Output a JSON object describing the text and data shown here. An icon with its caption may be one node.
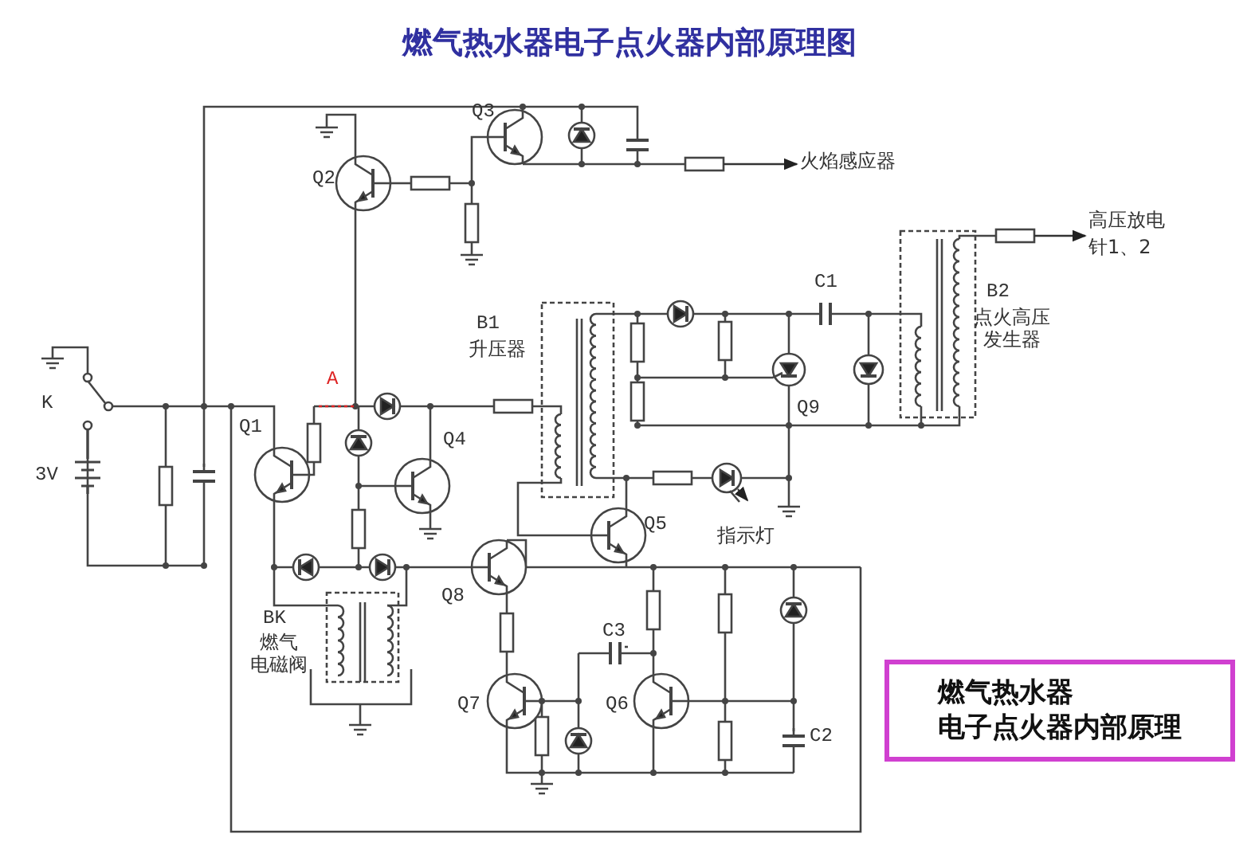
{
  "diagram": {
    "title": "燃气热水器电子点火器内部原理图",
    "nodes": [
      {
        "text": [
          "燃气热水器电子点火器内部原理"
        ]
      },
      {
        "text": [
          "火焰感应器"
        ]
      },
      {
        "text": [
          "高压放电针1、2"
        ]
      }
    ],
    "edges": [
      {
        "from": null,
        "to": 1,
        "arrow": "to"
      },
      {
        "from": null,
        "to": 2,
        "arrow": "to"
      }
    ],
    "labels": [
      "Q3",
      "Q2",
      "B1",
      "升压器",
      "K",
      "A",
      "Q1",
      "Q4",
      "3V",
      "C1",
      "B2",
      "点火高压发生器",
      "Q9",
      "Q5",
      "指示灯",
      "Q8",
      "BK",
      "燃气电磁阀",
      "C3",
      "Q7",
      "Q6",
      "C2"
    ]
  }
}
